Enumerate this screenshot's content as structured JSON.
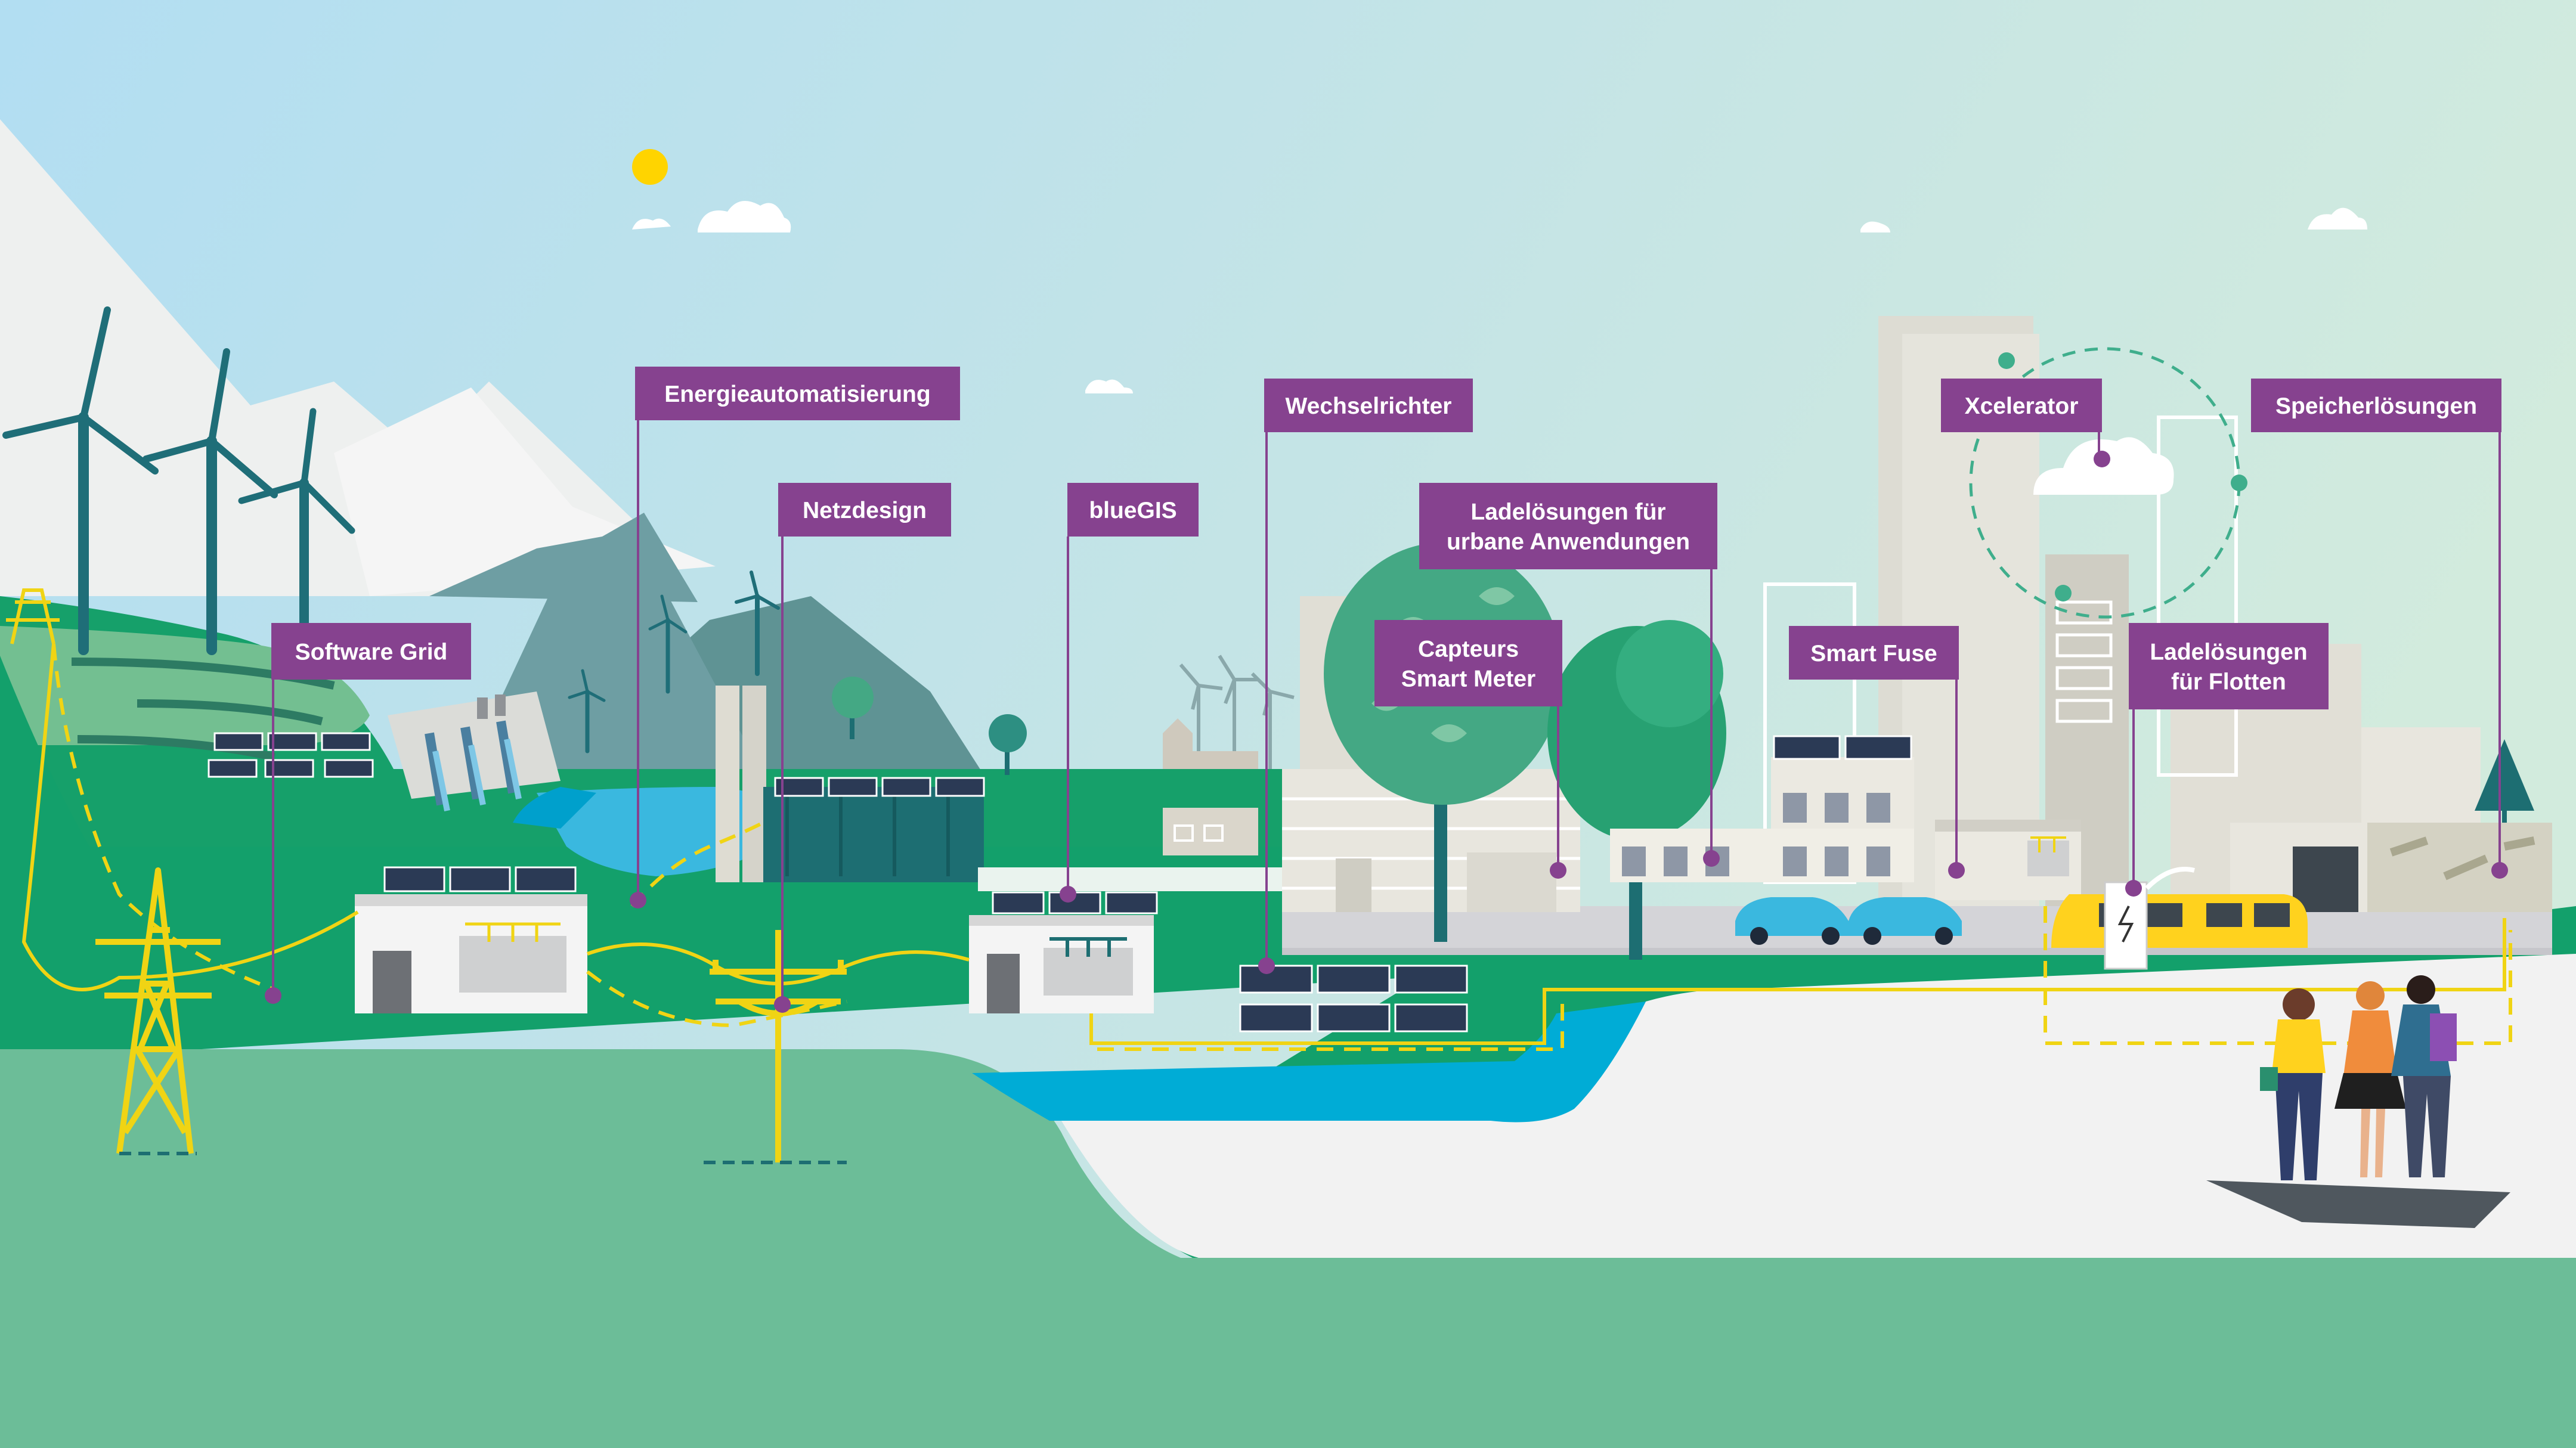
{
  "colors": {
    "label_bg": "#86428f",
    "connector": "#86428f",
    "sky_top": "#b7dff0",
    "sky_right": "#cfe8e0",
    "grass_dark": "#14a06a",
    "grass_light": "#6cbd98",
    "water": "#00acd6",
    "power_line": "#f0d414",
    "turbine": "#1f6e78",
    "road": "#f2f2f2"
  },
  "labels": [
    {
      "id": "software-grid",
      "lines": [
        "Software Grid"
      ]
    },
    {
      "id": "energieautomatisierung",
      "lines": [
        "Energieautomatisierung"
      ]
    },
    {
      "id": "netzdesign",
      "lines": [
        "Netzdesign"
      ]
    },
    {
      "id": "bluegis",
      "lines": [
        "blueGIS"
      ]
    },
    {
      "id": "wechselrichter",
      "lines": [
        "Wechselrichter"
      ]
    },
    {
      "id": "ladeloesungen-urban",
      "lines": [
        "Ladelösungen für",
        "urbane Anwendungen"
      ]
    },
    {
      "id": "capteurs-smart-meter",
      "lines": [
        "Capteurs",
        "Smart Meter"
      ]
    },
    {
      "id": "smart-fuse",
      "lines": [
        "Smart Fuse"
      ]
    },
    {
      "id": "xcelerator",
      "lines": [
        "Xcelerator"
      ]
    },
    {
      "id": "speicherloesungen",
      "lines": [
        "Speicherlösungen"
      ]
    },
    {
      "id": "ladeloesungen-flotten",
      "lines": [
        "Ladelösungen",
        "für Flotten"
      ]
    }
  ],
  "icons": [
    "sun-icon",
    "cloud-icon",
    "wind-turbine-icon",
    "solar-panel-icon",
    "transmission-tower-icon",
    "tree-icon",
    "car-icon",
    "tram-icon",
    "charging-station-icon",
    "person-icon"
  ]
}
